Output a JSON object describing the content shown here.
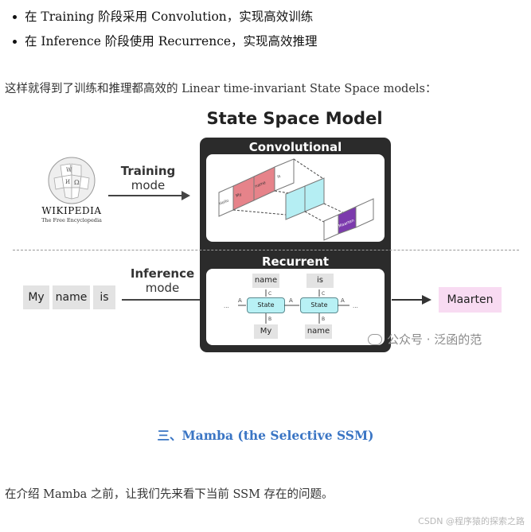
{
  "bullets": [
    "在 Training 阶段采用 Convolution，实现高效训练",
    "在 Inference 阶段使用 Recurrence，实现高效推理"
  ],
  "intro": "这样就得到了训练和推理都高效的 Linear time-invariant State Space models：",
  "figure": {
    "title": "State Space Model",
    "convolutional_label": "Convolutional",
    "recurrent_label": "Recurrent",
    "training_label": "Training",
    "training_mode": "mode",
    "inference_label": "Inference",
    "inference_mode": "mode",
    "wiki_name": "WIKIPEDIA",
    "wiki_sub": "The Free Encyclopedia",
    "input_tokens": [
      "My",
      "name",
      "is"
    ],
    "output_token": "Maarten",
    "conv_tokens": [
      "Hello",
      "My",
      "name",
      "is",
      "Maarten"
    ],
    "recurrent": {
      "top_tokens": [
        "name",
        "is"
      ],
      "state_label": "State",
      "bottom_tokens": [
        "My",
        "name"
      ],
      "a_label": "A",
      "b_label": "B",
      "c_label": "C",
      "ellipsis": "..."
    },
    "colors": {
      "conv_red": "#e6838a",
      "conv_cyan": "#b5eef3",
      "conv_purple": "#7c3aad",
      "state_cyan": "#b8f1f5",
      "output_pink": "#f8dbf2"
    }
  },
  "watermark": "公众号 · 泛函的范",
  "section_title": "三、Mamba (the Selective SSM)",
  "body": "在介绍 Mamba 之前，让我们先来看下当前 SSM 存在的问题。",
  "footer": "CSDN @程序猿的探索之路"
}
